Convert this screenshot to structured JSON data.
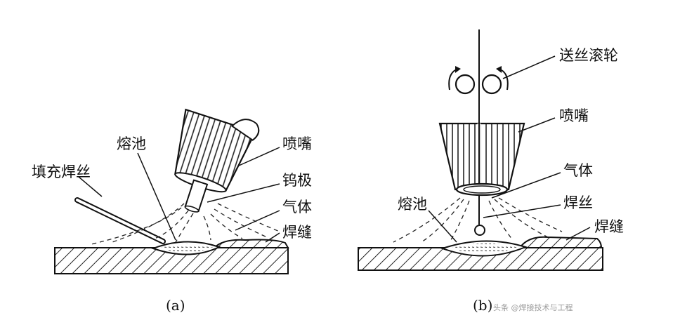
{
  "panel_a": {
    "caption": "(a)",
    "labels": {
      "filler_wire": "填充焊丝",
      "molten_pool": "熔池",
      "nozzle": "喷嘴",
      "tungsten_electrode": "钨极",
      "gas": "气体",
      "weld_seam": "焊缝"
    }
  },
  "panel_b": {
    "caption": "(b)",
    "labels": {
      "wire_feed_rollers": "送丝滚轮",
      "nozzle": "喷嘴",
      "gas": "气体",
      "welding_wire": "焊丝",
      "molten_pool": "熔池",
      "weld_seam": "焊缝"
    }
  },
  "watermark": "头条 @焊接技术与工程"
}
